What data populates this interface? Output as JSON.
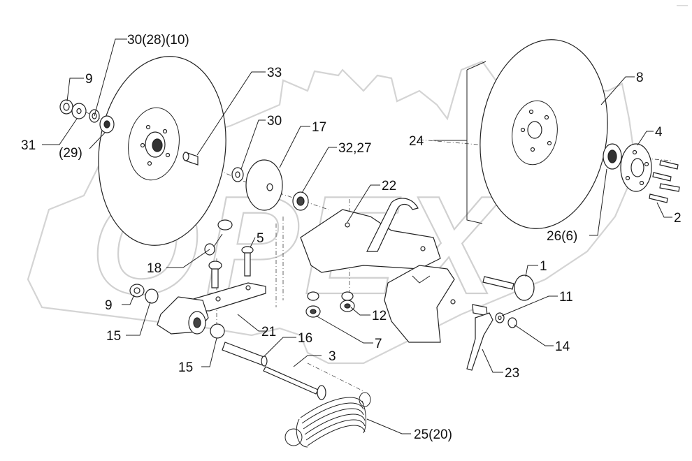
{
  "watermark": "OPEX",
  "callouts": [
    {
      "id": "c-30-28-10",
      "text": "30(28)(10)"
    },
    {
      "id": "c-9-top",
      "text": "9"
    },
    {
      "id": "c-31",
      "text": "31"
    },
    {
      "id": "c-29",
      "text": "(29)"
    },
    {
      "id": "c-33",
      "text": "33"
    },
    {
      "id": "c-30",
      "text": "30"
    },
    {
      "id": "c-17",
      "text": "17"
    },
    {
      "id": "c-32-27",
      "text": "32,27"
    },
    {
      "id": "c-22",
      "text": "22"
    },
    {
      "id": "c-24",
      "text": "24"
    },
    {
      "id": "c-8",
      "text": "8"
    },
    {
      "id": "c-4",
      "text": "4"
    },
    {
      "id": "c-2",
      "text": "2"
    },
    {
      "id": "c-26-6",
      "text": "26(6)"
    },
    {
      "id": "c-5",
      "text": "5"
    },
    {
      "id": "c-18",
      "text": "18"
    },
    {
      "id": "c-1",
      "text": "1"
    },
    {
      "id": "c-11",
      "text": "11"
    },
    {
      "id": "c-14",
      "text": "14"
    },
    {
      "id": "c-9-bottom",
      "text": "9"
    },
    {
      "id": "c-15-top",
      "text": "15"
    },
    {
      "id": "c-21",
      "text": "21"
    },
    {
      "id": "c-16",
      "text": "16"
    },
    {
      "id": "c-12",
      "text": "12"
    },
    {
      "id": "c-7",
      "text": "7"
    },
    {
      "id": "c-15-bottom",
      "text": "15"
    },
    {
      "id": "c-3",
      "text": "3"
    },
    {
      "id": "c-23",
      "text": "23"
    },
    {
      "id": "c-25-20",
      "text": "25(20)"
    }
  ]
}
